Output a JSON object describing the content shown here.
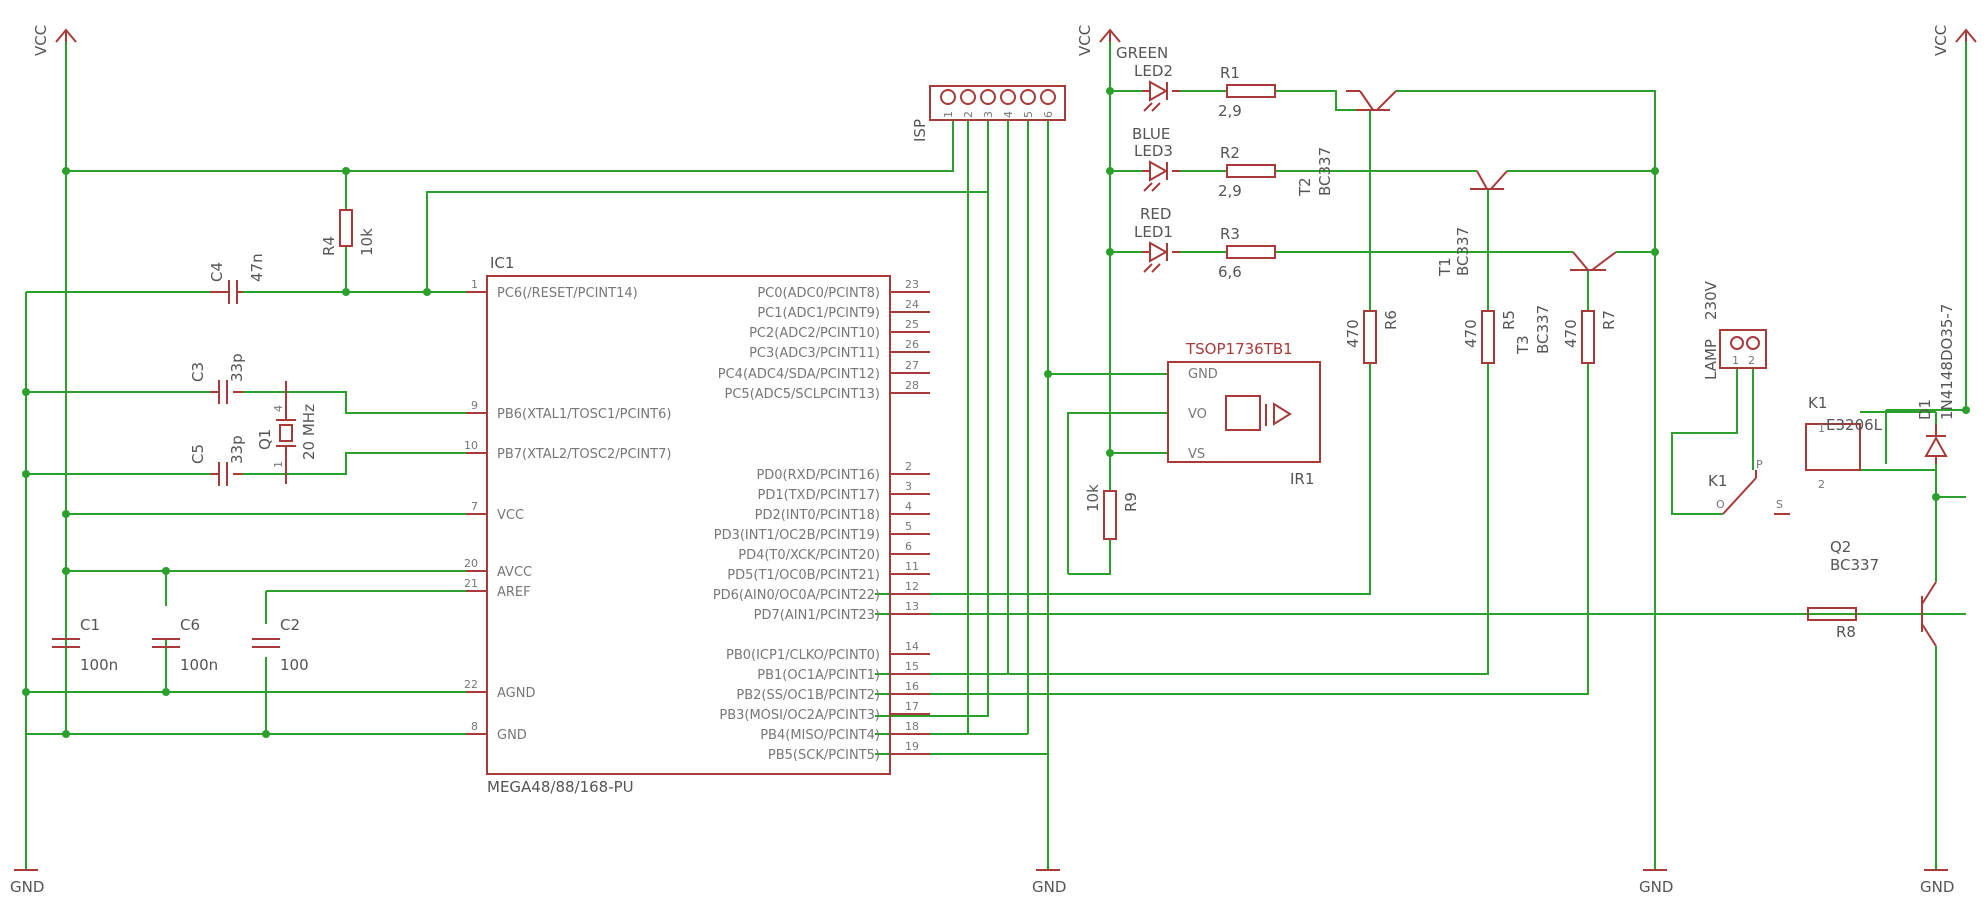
{
  "power": {
    "vcc": "VCC",
    "gnd": "GND"
  },
  "ic1": {
    "ref": "IC1",
    "part": "MEGA48/88/168-PU",
    "left_pins": [
      {
        "name": "PC6(/RESET/PCINT14)",
        "num": "1"
      },
      {
        "name": "PB6(XTAL1/TOSC1/PCINT6)",
        "num": "9"
      },
      {
        "name": "PB7(XTAL2/TOSC2/PCINT7)",
        "num": "10"
      },
      {
        "name": "VCC",
        "num": "7"
      },
      {
        "name": "AVCC",
        "num": "20"
      },
      {
        "name": "AREF",
        "num": "21"
      },
      {
        "name": "AGND",
        "num": "22"
      },
      {
        "name": "GND",
        "num": "8"
      }
    ],
    "right_pins": [
      {
        "name": "PC0(ADC0/PCINT8)",
        "num": "23"
      },
      {
        "name": "PC1(ADC1/PCINT9)",
        "num": "24"
      },
      {
        "name": "PC2(ADC2/PCINT10)",
        "num": "25"
      },
      {
        "name": "PC3(ADC3/PCINT11)",
        "num": "26"
      },
      {
        "name": "PC4(ADC4/SDA/PCINT12)",
        "num": "27"
      },
      {
        "name": "PC5(ADC5/SCLPCINT13)",
        "num": "28"
      },
      {
        "name": "PD0(RXD/PCINT16)",
        "num": "2"
      },
      {
        "name": "PD1(TXD/PCINT17)",
        "num": "3"
      },
      {
        "name": "PD2(INT0/PCINT18)",
        "num": "4"
      },
      {
        "name": "PD3(INT1/OC2B/PCINT19)",
        "num": "5"
      },
      {
        "name": "PD4(T0/XCK/PCINT20)",
        "num": "6"
      },
      {
        "name": "PD5(T1/OC0B/PCINT21)",
        "num": "11"
      },
      {
        "name": "PD6(AIN0/OC0A/PCINT22)",
        "num": "12"
      },
      {
        "name": "PD7(AIN1/PCINT23)",
        "num": "13"
      },
      {
        "name": "PB0(ICP1/CLKO/PCINT0)",
        "num": "14"
      },
      {
        "name": "PB1(OC1A/PCINT1)",
        "num": "15"
      },
      {
        "name": "PB2(SS/OC1B/PCINT2)",
        "num": "16"
      },
      {
        "name": "PB3(MOSI/OC2A/PCINT3)",
        "num": "17"
      },
      {
        "name": "PB4(MISO/PCINT4)",
        "num": "18"
      },
      {
        "name": "PB5(SCK/PCINT5)",
        "num": "19"
      }
    ]
  },
  "isp": {
    "ref": "ISP",
    "pins": [
      "1",
      "2",
      "3",
      "4",
      "5",
      "6"
    ]
  },
  "caps": {
    "c4": {
      "ref": "C4",
      "value": "47n"
    },
    "c3": {
      "ref": "C3",
      "value": "33p"
    },
    "c5": {
      "ref": "C5",
      "value": "33p"
    },
    "c1": {
      "ref": "C1",
      "value": "100n"
    },
    "c6": {
      "ref": "C6",
      "value": "100n"
    },
    "c2": {
      "ref": "C2",
      "value": "100"
    }
  },
  "crystal": {
    "ref": "Q1",
    "value": "20 MHz",
    "pin_a": "4",
    "pin_b": "1"
  },
  "resistors": {
    "r4": {
      "ref": "R4",
      "value": "10k"
    },
    "r1": {
      "ref": "R1",
      "value": "2,9"
    },
    "r2": {
      "ref": "R2",
      "value": "2,9"
    },
    "r3": {
      "ref": "R3",
      "value": "6,6"
    },
    "r6": {
      "ref": "R6",
      "value": "470"
    },
    "r5": {
      "ref": "R5",
      "value": "470"
    },
    "r7": {
      "ref": "R7",
      "value": "470"
    },
    "r9": {
      "ref": "R9",
      "value": "10k"
    },
    "r8": {
      "ref": "R8"
    }
  },
  "leds": {
    "led2": {
      "ref": "LED2",
      "color": "GREEN"
    },
    "led3": {
      "ref": "LED3",
      "color": "BLUE"
    },
    "led1": {
      "ref": "LED1",
      "color": "RED"
    }
  },
  "transistors": {
    "t2": {
      "ref": "T2",
      "type": "BC337"
    },
    "t1": {
      "ref": "T1",
      "type": "BC337"
    },
    "t3": {
      "ref": "T3",
      "type": "BC337"
    },
    "q2": {
      "ref": "Q2",
      "type": "BC337"
    }
  },
  "ir": {
    "ref": "IR1",
    "part": "TSOP1736TB1",
    "pins": [
      "GND",
      "VO",
      "VS"
    ]
  },
  "lamp": {
    "ref": "LAMP",
    "value": "230V",
    "pin1": "1",
    "pin2": "2"
  },
  "relay": {
    "ref": "K1",
    "part": "E3206L",
    "coil_pin1": "1",
    "coil_pin2": "2",
    "switch_ref": "K1",
    "switch_o": "O",
    "switch_p": "P",
    "switch_s": "S"
  },
  "diode": {
    "ref": "D1",
    "part": "1N4148DO35-7"
  },
  "colors": {
    "wire": "#2ca02c",
    "part": "#a83a3a",
    "text": "#555555"
  }
}
